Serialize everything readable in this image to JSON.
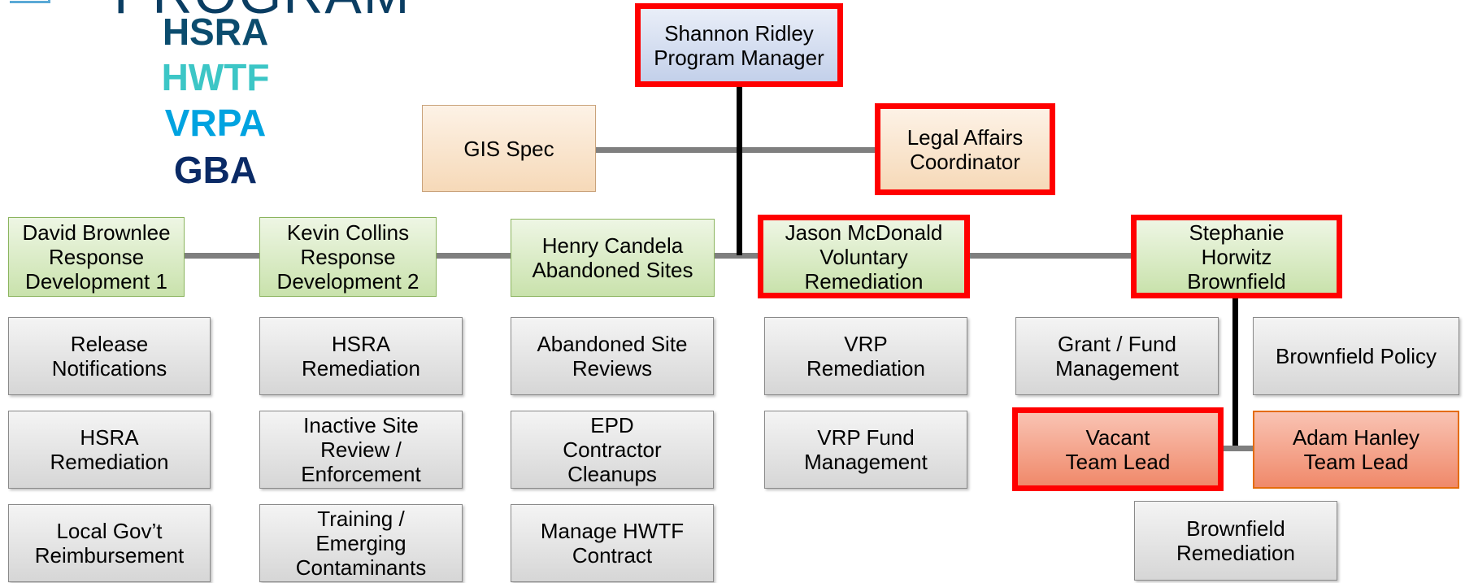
{
  "logo": {
    "program": "PROGRAM",
    "acronyms": [
      {
        "text": "HSRA",
        "color": "#0b4c6e"
      },
      {
        "text": "HWTF",
        "color": "#3cc6c6"
      },
      {
        "text": "VRPA",
        "color": "#00a3e0"
      },
      {
        "text": "GBA",
        "color": "#0a2a66"
      }
    ]
  },
  "manager": {
    "name": "Shannon Ridley",
    "title": "Program Manager"
  },
  "staff": {
    "gis": "GIS Spec",
    "legal": "Legal Affairs\nCoordinator"
  },
  "teams": [
    {
      "lead": "David Brownlee\nResponse\nDevelopment 1",
      "units": [
        "Release\nNotifications",
        "HSRA\nRemediation",
        "Local Gov’t\nReimbursement"
      ]
    },
    {
      "lead": "Kevin Collins\nResponse\nDevelopment 2",
      "units": [
        "HSRA\nRemediation",
        "Inactive Site\nReview /\nEnforcement",
        "Training /\nEmerging\nContaminants"
      ]
    },
    {
      "lead": "Henry Candela\nAbandoned Sites",
      "units": [
        "Abandoned Site\nReviews",
        "EPD\nContractor\nCleanups",
        "Manage HWTF\nContract"
      ]
    },
    {
      "lead": "Jason McDonald\nVoluntary\nRemediation",
      "units": [
        "VRP\nRemediation",
        "VRP Fund\nManagement"
      ]
    },
    {
      "lead": "Stephanie\nHorwitz\nBrownfield",
      "units": [
        "Grant / Fund\nManagement",
        "Brownfield Policy"
      ]
    }
  ],
  "brownfield_subteams": {
    "vacant": "Vacant\nTeam Lead",
    "adam": "Adam Hanley\nTeam Lead",
    "remediation": "Brownfield\nRemediation"
  },
  "colors": {
    "highlight_border": "#ff0000",
    "lead_fill": "#d6e9c0",
    "unit_fill": "#e2e2e2",
    "staff_fill": "#fbe5cf",
    "subteam_fill": "#f4a589"
  }
}
